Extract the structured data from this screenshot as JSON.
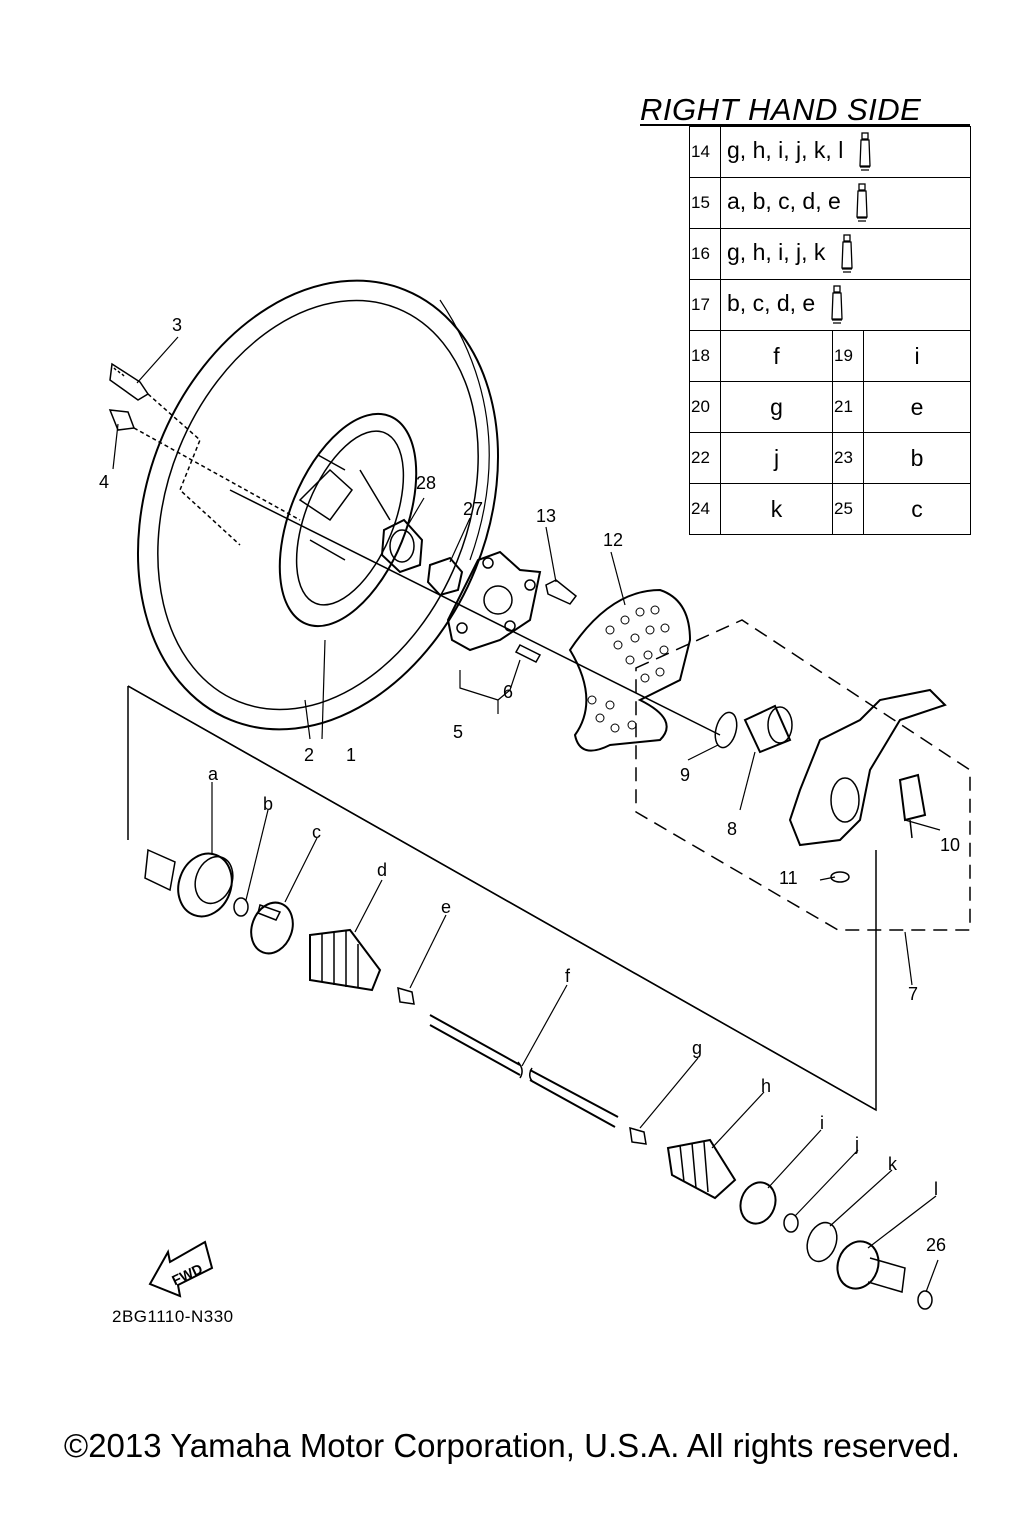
{
  "title": "RIGHT HAND SIDE",
  "legend_rows": [
    {
      "num": "14",
      "text": "g, h, i, j, k, l",
      "tube": true
    },
    {
      "num": "15",
      "text": "a, b, c, d, e",
      "tube": true
    },
    {
      "num": "16",
      "text": "g, h, i, j, k",
      "tube": true
    },
    {
      "num": "17",
      "text": "b, c, d, e",
      "tube": true
    }
  ],
  "legend_pairs": [
    [
      {
        "num": "18",
        "text": "f"
      },
      {
        "num": "19",
        "text": "i"
      }
    ],
    [
      {
        "num": "20",
        "text": "g"
      },
      {
        "num": "21",
        "text": "e"
      }
    ],
    [
      {
        "num": "22",
        "text": "j"
      },
      {
        "num": "23",
        "text": "b"
      }
    ],
    [
      {
        "num": "24",
        "text": "k"
      },
      {
        "num": "25",
        "text": "c"
      }
    ]
  ],
  "callouts": {
    "n1": "1",
    "n2": "2",
    "n3": "3",
    "n4": "4",
    "n5": "5",
    "n6": "6",
    "n7": "7",
    "n8": "8",
    "n9": "9",
    "n10": "10",
    "n11": "11",
    "n12": "12",
    "n13": "13",
    "n26": "26",
    "n27": "27",
    "n28": "28",
    "a": "a",
    "b": "b",
    "c": "c",
    "d": "d",
    "e": "e",
    "f": "f",
    "g": "g",
    "h": "h",
    "i": "i",
    "j": "j",
    "k": "k",
    "l": "l"
  },
  "fwd_label": "FWD",
  "diagram_code": "2BG1110-N330",
  "copyright": "©2013 Yamaha Motor Corporation, U.S.A. All rights reserved."
}
